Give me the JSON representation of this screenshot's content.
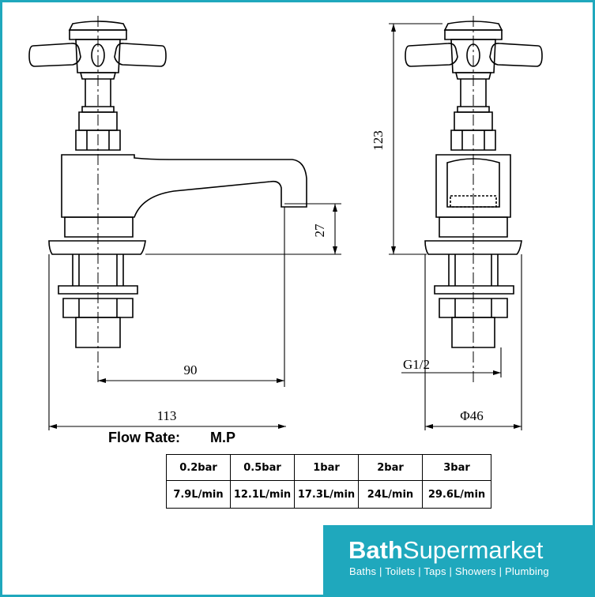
{
  "dimensions": {
    "height_total": "123",
    "spout_height": "27",
    "spout_reach": "90",
    "overall_width": "113",
    "thread": "G1/2",
    "diameter": "Φ46"
  },
  "flow": {
    "title": "Flow Rate:",
    "pressure_type": "M.P",
    "pressures": [
      "0.2bar",
      "0.5bar",
      "1bar",
      "2bar",
      "3bar"
    ],
    "rates": [
      "7.9L/min",
      "12.1L/min",
      "17.3L/min",
      "24L/min",
      "29.6L/min"
    ]
  },
  "brand": {
    "name_bold": "Bath",
    "name_light": "Supermarket",
    "tagline": "Baths | Toilets | Taps | Showers | Plumbing",
    "color": "#1fa8bd"
  }
}
